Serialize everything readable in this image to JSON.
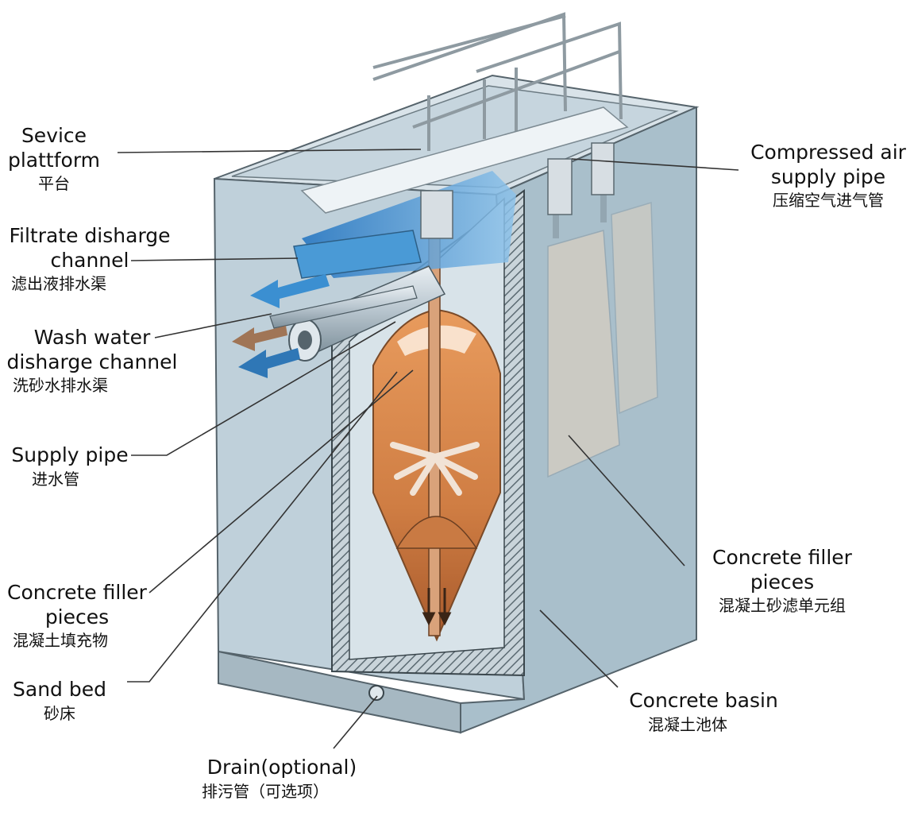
{
  "labels": {
    "service_platform": {
      "en1": "Sevice",
      "en2": "plattform",
      "zh": "平台"
    },
    "filtrate_channel": {
      "en1": "Filtrate disharge",
      "en2": "channel",
      "zh": "滤出液排水渠"
    },
    "wash_water_channel": {
      "en1": "Wash water",
      "en2": "disharge channel",
      "zh": "洗砂水排水渠"
    },
    "supply_pipe": {
      "en1": "Supply pipe",
      "zh": "进水管"
    },
    "filler_pieces_left": {
      "en1": "Concrete filler",
      "en2": "pieces",
      "zh": "混凝土填充物"
    },
    "sand_bed": {
      "en1": "Sand bed",
      "zh": "砂床"
    },
    "drain": {
      "en1": "Drain(optional)",
      "zh": "排污管（可选项）"
    },
    "compressed_air": {
      "en1": "Compressed air",
      "en2": "supply pipe",
      "zh": "压缩空气进气管"
    },
    "filler_pieces_right": {
      "en1": "Concrete filler",
      "en2": "pieces",
      "zh": "混凝土砂滤单元组"
    },
    "concrete_basin": {
      "en1": "Concrete basin",
      "zh": "混凝土池体"
    }
  },
  "colors": {
    "basin": "#b9ccd6",
    "basin_dark": "#98b1bf",
    "water": "#3f8fcf",
    "sand": "#d98a4d",
    "line": "#333333"
  }
}
